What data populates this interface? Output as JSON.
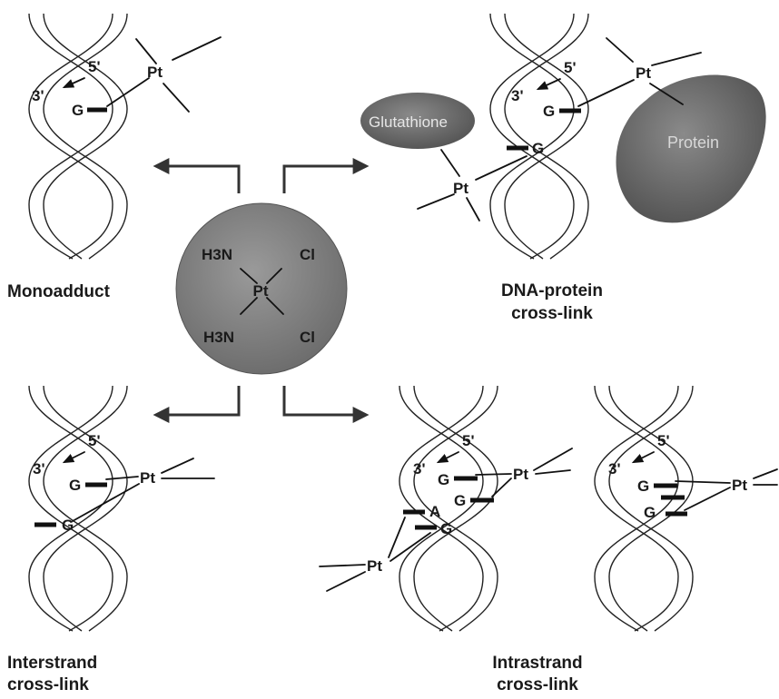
{
  "center": {
    "h3n_top": "H3N",
    "cl_top": "Cl",
    "pt": "Pt",
    "h3n_bottom": "H3N",
    "cl_bottom": "Cl"
  },
  "labels": {
    "monoadduct": "Monoadduct",
    "dna_protein_1": "DNA-protein",
    "dna_protein_2": "cross-link",
    "interstrand_1": "Interstrand",
    "interstrand_2": "cross-link",
    "intrastrand_1": "Intrastrand",
    "intrastrand_2": "cross-link"
  },
  "helix_marks": {
    "five_prime": "5'",
    "three_prime": "3'",
    "pt": "Pt",
    "g": "G",
    "a": "A"
  },
  "blobs": {
    "glutathione": "Glutathione",
    "protein": "Protein"
  },
  "colors": {
    "blob_fill": "#6f6f6f",
    "blob_edge": "#3a3a3a",
    "line": "#222222"
  }
}
